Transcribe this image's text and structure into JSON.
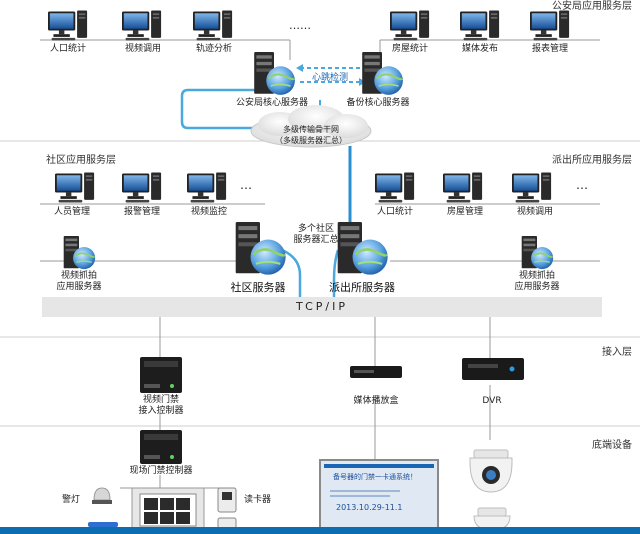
{
  "layers": {
    "top_right": "公安局应用服务层",
    "community": "社区应用服务层",
    "police_station": "派出所应用服务层",
    "access": "接入层",
    "end_devices": "底端设备"
  },
  "top_apps": {
    "left": [
      "人口统计",
      "视频调用",
      "轨迹分析"
    ],
    "right": [
      "房屋统计",
      "媒体发布",
      "报表管理"
    ],
    "ellipsis": "……"
  },
  "core": {
    "main_server": "公安局核心服务器",
    "backup_server": "备份核心服务器",
    "heartbeat": "心跳检测"
  },
  "backbone": {
    "text": "多级传输骨干网\n（多级服务器汇总）"
  },
  "community_apps": [
    "人员管理",
    "报警管理",
    "视频监控"
  ],
  "station_apps": [
    "人口统计",
    "房屋管理",
    "视频调用"
  ],
  "ellipsis_small": "…",
  "servers": {
    "capture_left": "视频抓拍\n应用服务器",
    "capture_right": "视频抓拍\n应用服务器",
    "aggregate": "多个社区\n服务器汇总",
    "community_server": "社区服务器",
    "station_server": "派出所服务器"
  },
  "network": {
    "tcp": "TCP/IP"
  },
  "devices": {
    "door_access_ctrl": "视频门禁\n接入控制器",
    "site_door_ctrl": "现场门禁控制器",
    "media_box": "媒体播放盒",
    "dvr": "DVR",
    "alarm_light": "警灯",
    "card_reader": "读卡器",
    "screen_title": "备号器的门禁一卡通系统！",
    "screen_date": "2013.10.29-11.1"
  },
  "colors": {
    "accent": "#1a66b5",
    "link_light": "#4aa8dc",
    "divider": "#cfcfcf"
  }
}
